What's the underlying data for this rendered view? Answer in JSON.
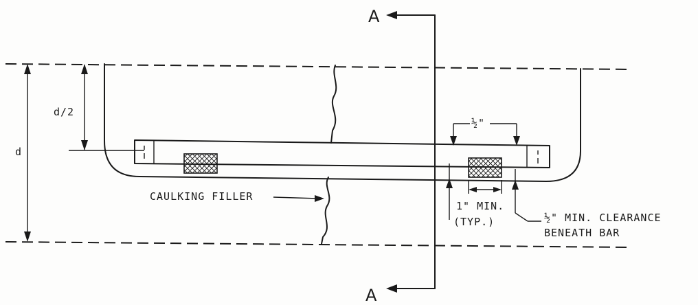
{
  "labels": {
    "section_top": "A",
    "section_bottom": "A",
    "dim_d": "d",
    "dim_d_half": "d/2",
    "half_inch": "½\"",
    "caulking": "CAULKING FILLER",
    "one_inch_line1": "1\" MIN.",
    "one_inch_line2": "(TYP.)",
    "clearance_line1": "½\" MIN. CLEARANCE",
    "clearance_line2": "BENEATH BAR"
  },
  "colors": {
    "ink": "#1a1a1a",
    "paper": "#fdfdfc"
  }
}
